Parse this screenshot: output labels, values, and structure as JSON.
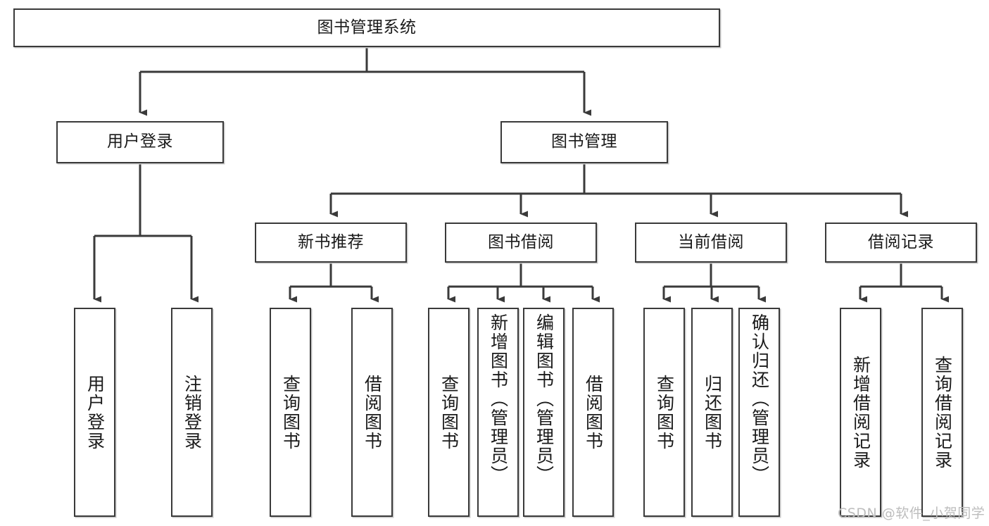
{
  "diagram": {
    "title": "图书管理系统",
    "type": "tree-hierarchy-chart",
    "watermark": "CSDN @软件_小贺同学",
    "colors": {
      "box_border": "#3a3a3a",
      "box_fill": "#ffffff",
      "connector": "#3a3a3a",
      "text": "#1a1a1a",
      "watermark": "#bdbdbd",
      "background": "#ffffff"
    },
    "levels": {
      "root": {
        "label": "图书管理系统"
      },
      "level2": [
        {
          "label": "用户登录"
        },
        {
          "label": "图书管理"
        }
      ],
      "level3": [
        {
          "label": "新书推荐"
        },
        {
          "label": "图书借阅"
        },
        {
          "label": "当前借阅"
        },
        {
          "label": "借阅记录"
        }
      ],
      "leaves": {
        "user_login": [
          {
            "label": "用户登录"
          },
          {
            "label": "注销登录"
          }
        ],
        "new_book_recommend": [
          {
            "label": "查询图书"
          },
          {
            "label": "借阅图书"
          }
        ],
        "book_borrow": [
          {
            "label": "查询图书"
          },
          {
            "label": "新增图书（管理员）"
          },
          {
            "label": "编辑图书（管理员）"
          },
          {
            "label": "借阅图书"
          }
        ],
        "current_borrow": [
          {
            "label": "查询图书"
          },
          {
            "label": "归还图书"
          },
          {
            "label": "确认归还（管理员）"
          }
        ],
        "borrow_record": [
          {
            "label": "新增借阅记录"
          },
          {
            "label": "查询借阅记录"
          }
        ]
      }
    }
  }
}
